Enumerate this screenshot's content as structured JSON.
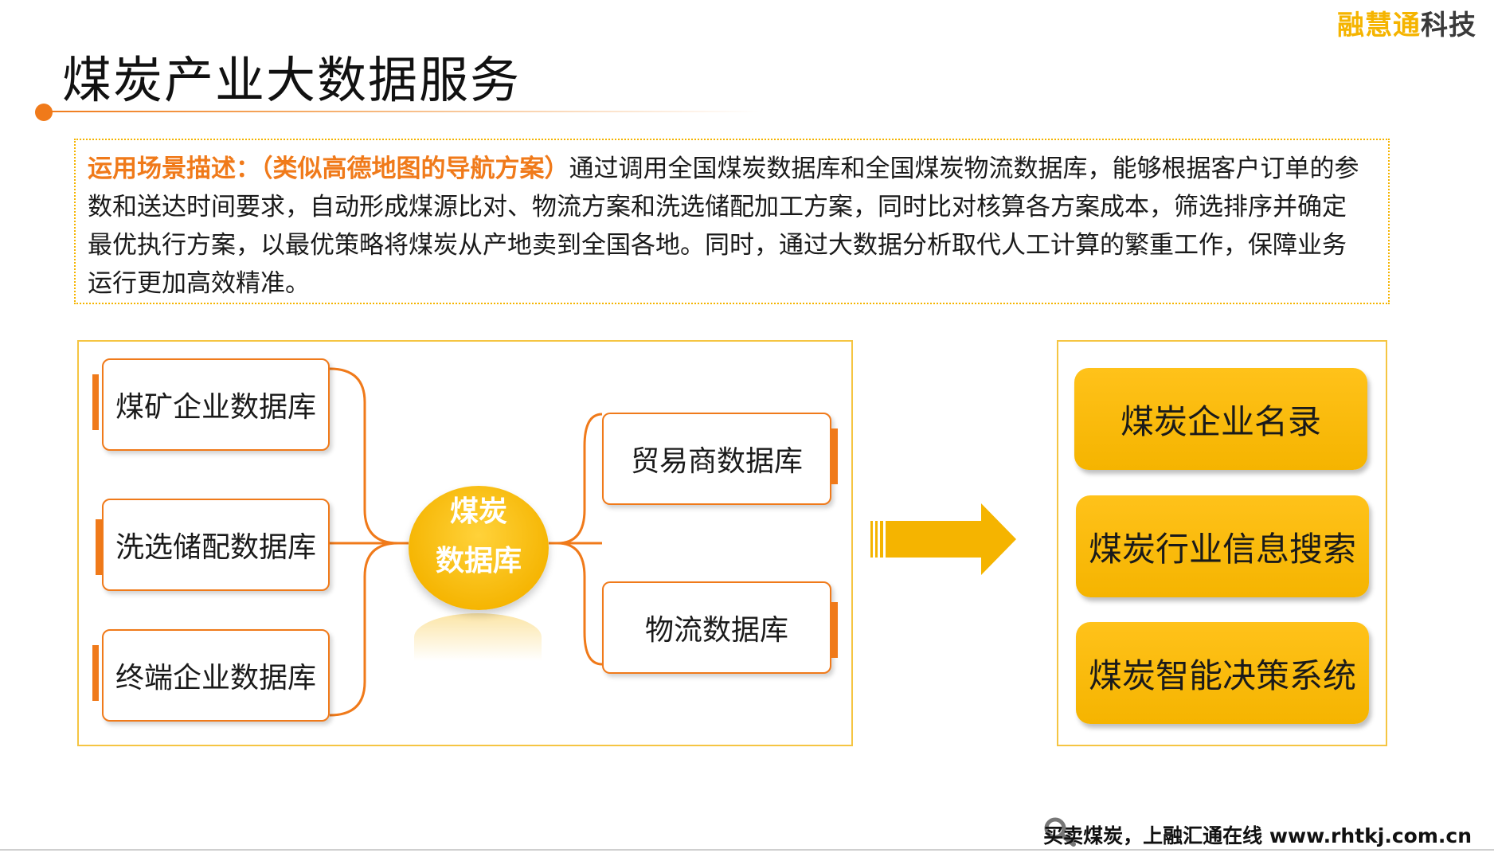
{
  "logo": {
    "part1": "融慧通",
    "part2": "科技"
  },
  "title": "煤炭产业大数据服务",
  "description": {
    "label": "运用场景描述：（类似高德地图的导航方案）",
    "body": "通过调用全国煤炭数据库和全国煤炭物流数据库，能够根据客户订单的参数和送达时间要求，自动形成煤源比对、物流方案和洗选储配加工方案，同时比对核算各方案成本，筛选排序并确定最优执行方案，以最优策略将煤炭从产地卖到全国各地。同时，通过大数据分析取代人工计算的繁重工作，保障业务运行更加高效精准。"
  },
  "left_sources": [
    "煤矿企业数据库",
    "洗选储配数据库",
    "终端企业数据库"
  ],
  "hub": {
    "line1": "煤炭",
    "line2": "数据库"
  },
  "right_sources": [
    "贸易商数据库",
    "物流数据库"
  ],
  "results": [
    "煤炭企业名录",
    "煤炭行业信息搜索",
    "煤炭智能决策系统"
  ],
  "footer": {
    "text": "买卖煤炭，上融汇通在线 www.rhtkj.com.cn"
  },
  "colors": {
    "orange": "#f07a1a",
    "yellow": "#f5b400"
  }
}
